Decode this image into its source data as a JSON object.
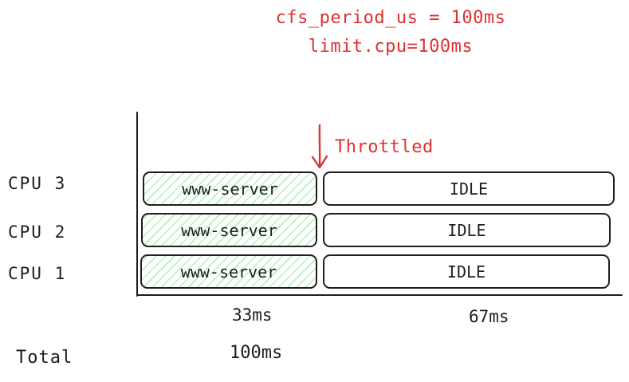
{
  "header": {
    "period": "cfs_period_us = 100ms",
    "limit": "limit.cpu=100ms"
  },
  "annotation": {
    "throttled": "Throttled"
  },
  "rows": [
    {
      "cpu": "CPU 3",
      "busy": "www-server",
      "idle": "IDLE"
    },
    {
      "cpu": "CPU 2",
      "busy": "www-server",
      "idle": "IDLE"
    },
    {
      "cpu": "CPU 1",
      "busy": "www-server",
      "idle": "IDLE"
    }
  ],
  "durations": {
    "busy": "33ms",
    "idle": "67ms"
  },
  "total": {
    "label": "Total",
    "value": "100ms"
  },
  "colors": {
    "annotation": "#e03131",
    "hatch": "#b2f2bb",
    "stroke": "#1e1e1e"
  }
}
